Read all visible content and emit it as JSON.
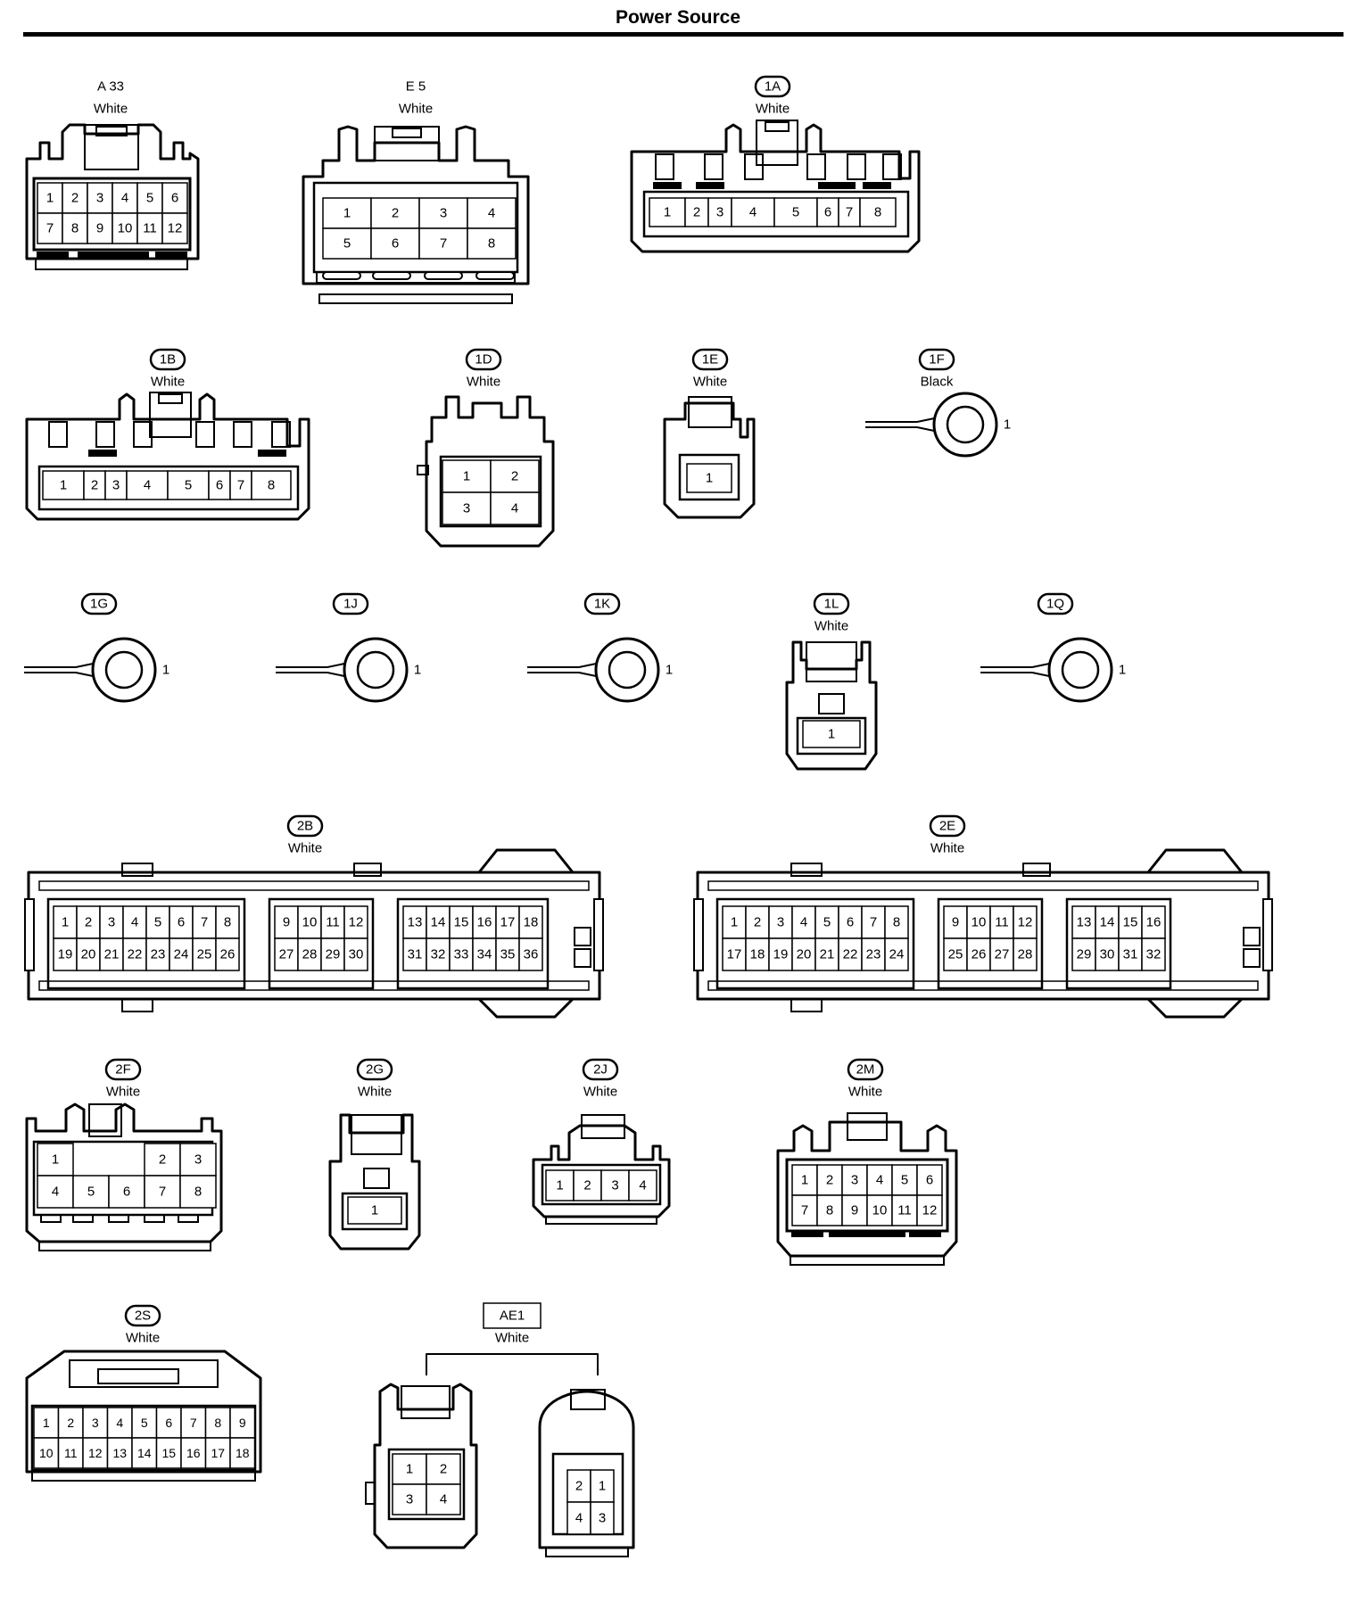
{
  "page": {
    "title": "Power Source"
  },
  "connectors": [
    {
      "id": "A 33",
      "label_style": "plain",
      "color": "White",
      "pins": [
        [
          "1",
          "2",
          "3",
          "4",
          "5",
          "6"
        ],
        [
          "7",
          "8",
          "9",
          "10",
          "11",
          "12"
        ]
      ]
    },
    {
      "id": "E 5",
      "label_style": "plain",
      "color": "White",
      "pins": [
        [
          "1",
          "2",
          "3",
          "4"
        ],
        [
          "5",
          "6",
          "7",
          "8"
        ]
      ]
    },
    {
      "id": "1A",
      "label_style": "oval",
      "color": "White",
      "pins": [
        [
          "1",
          "2",
          "3",
          "4",
          "5",
          "6",
          "7",
          "8"
        ]
      ]
    },
    {
      "id": "1B",
      "label_style": "oval",
      "color": "White",
      "pins": [
        [
          "1",
          "2",
          "3",
          "4",
          "5",
          "6",
          "7",
          "8"
        ]
      ]
    },
    {
      "id": "1D",
      "label_style": "oval",
      "color": "White",
      "pins": [
        [
          "1",
          "2"
        ],
        [
          "3",
          "4"
        ]
      ]
    },
    {
      "id": "1E",
      "label_style": "oval",
      "color": "White",
      "pins": [
        [
          "1"
        ]
      ]
    },
    {
      "id": "1F",
      "label_style": "oval",
      "color": "Black",
      "terminal": "1"
    },
    {
      "id": "1G",
      "label_style": "oval",
      "terminal": "1"
    },
    {
      "id": "1J",
      "label_style": "oval",
      "terminal": "1"
    },
    {
      "id": "1K",
      "label_style": "oval",
      "terminal": "1"
    },
    {
      "id": "1L",
      "label_style": "oval",
      "color": "White",
      "pins": [
        [
          "1"
        ]
      ]
    },
    {
      "id": "1Q",
      "label_style": "oval",
      "terminal": "1"
    },
    {
      "id": "2B",
      "label_style": "oval",
      "color": "White",
      "blocks": [
        [
          [
            "1",
            "2",
            "3",
            "4",
            "5",
            "6",
            "7",
            "8"
          ],
          [
            "19",
            "20",
            "21",
            "22",
            "23",
            "24",
            "25",
            "26"
          ]
        ],
        [
          [
            "9",
            "10",
            "11",
            "12"
          ],
          [
            "27",
            "28",
            "29",
            "30"
          ]
        ],
        [
          [
            "13",
            "14",
            "15",
            "16",
            "17",
            "18"
          ],
          [
            "31",
            "32",
            "33",
            "34",
            "35",
            "36"
          ]
        ]
      ]
    },
    {
      "id": "2E",
      "label_style": "oval",
      "color": "White",
      "blocks": [
        [
          [
            "1",
            "2",
            "3",
            "4",
            "5",
            "6",
            "7",
            "8"
          ],
          [
            "17",
            "18",
            "19",
            "20",
            "21",
            "22",
            "23",
            "24"
          ]
        ],
        [
          [
            "9",
            "10",
            "11",
            "12"
          ],
          [
            "25",
            "26",
            "27",
            "28"
          ]
        ],
        [
          [
            "13",
            "14",
            "15",
            "16"
          ],
          [
            "29",
            "30",
            "31",
            "32"
          ]
        ]
      ]
    },
    {
      "id": "2F",
      "label_style": "oval",
      "color": "White",
      "pins": [
        [
          "1",
          "",
          "",
          "2",
          "3"
        ],
        [
          "4",
          "5",
          "6",
          "7",
          "8"
        ]
      ]
    },
    {
      "id": "2G",
      "label_style": "oval",
      "color": "White",
      "pins": [
        [
          "1"
        ]
      ]
    },
    {
      "id": "2J",
      "label_style": "oval",
      "color": "White",
      "pins": [
        [
          "1",
          "2",
          "3",
          "4"
        ]
      ]
    },
    {
      "id": "2M",
      "label_style": "oval",
      "color": "White",
      "pins": [
        [
          "1",
          "2",
          "3",
          "4",
          "5",
          "6"
        ],
        [
          "7",
          "8",
          "9",
          "10",
          "11",
          "12"
        ]
      ]
    },
    {
      "id": "2S",
      "label_style": "oval",
      "color": "White",
      "pins": [
        [
          "1",
          "2",
          "3",
          "4",
          "5",
          "6",
          "7",
          "8",
          "9"
        ],
        [
          "10",
          "11",
          "12",
          "13",
          "14",
          "15",
          "16",
          "17",
          "18"
        ]
      ]
    },
    {
      "id": "AE1",
      "label_style": "box",
      "color": "White",
      "halves": [
        {
          "pins": [
            [
              "1",
              "2"
            ],
            [
              "3",
              "4"
            ]
          ]
        },
        {
          "pins": [
            [
              "2",
              "1"
            ],
            [
              "4",
              "3"
            ]
          ]
        }
      ]
    }
  ]
}
